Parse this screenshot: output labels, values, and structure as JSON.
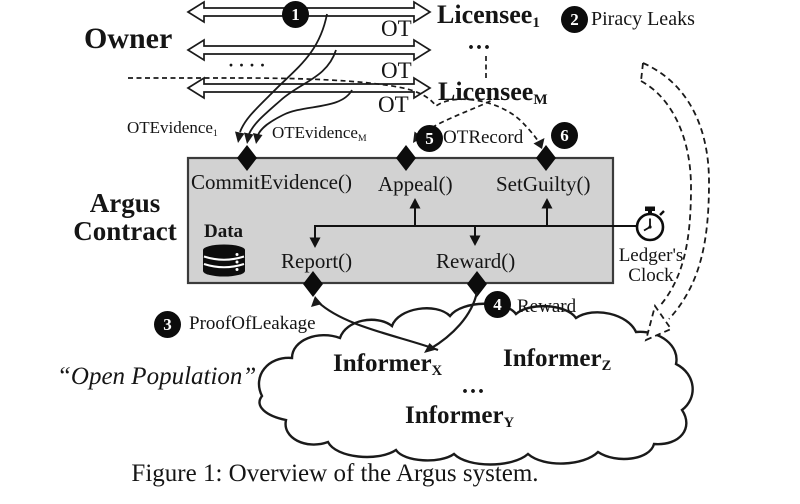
{
  "figure": {
    "caption": "Figure 1: Overview of the Argus system."
  },
  "actors": {
    "owner": "Owner",
    "licensee1": {
      "base": "Licensee",
      "sub": "1"
    },
    "licenseeM": {
      "base": "Licensee",
      "sub": "M"
    },
    "open_population": "“Open Population”",
    "informerX": {
      "base": "Informer",
      "sub": "X"
    },
    "informerY": {
      "base": "Informer",
      "sub": "Y"
    },
    "informerZ": {
      "base": "Informer",
      "sub": "Z"
    }
  },
  "contract": {
    "name_line1": "Argus",
    "name_line2": "Contract",
    "data_label": "Data",
    "functions": {
      "commit": "CommitEvidence()",
      "appeal": "Appeal()",
      "setguilty": "SetGuilty()",
      "report": "Report()",
      "reward": "Reward()"
    }
  },
  "labels": {
    "ot1": "OT",
    "ot2": "OT",
    "ot3": "OT",
    "otevidence1": {
      "base": "OTEvidence",
      "sub": "1"
    },
    "otevidenceM": {
      "base": "OTEvidence",
      "sub": "M"
    },
    "otrecord": "OTRecord",
    "piracy_leaks": "Piracy Leaks",
    "proof_of_leakage": "ProofOfLeakage",
    "reward": "Reward",
    "clock_line1": "Ledger's",
    "clock_line2": "Clock",
    "ellipsis_owner_rows": "· · · ·",
    "ellipsis_licensees": "...",
    "ellipsis_cloud": "..."
  },
  "steps": {
    "s1": "1",
    "s2": "2",
    "s3": "3",
    "s4": "4",
    "s5": "5",
    "s6": "6"
  },
  "icons": {
    "database": "database-icon",
    "stopwatch": "ledger-clock-stopwatch-icon"
  },
  "colors": {
    "ink": "#151515",
    "box_fill": "#d2d2d2",
    "box_border": "#3b3b3b",
    "step_bg": "#0c0c0c",
    "step_fg": "#ffffff",
    "bg": "#ffffff"
  }
}
